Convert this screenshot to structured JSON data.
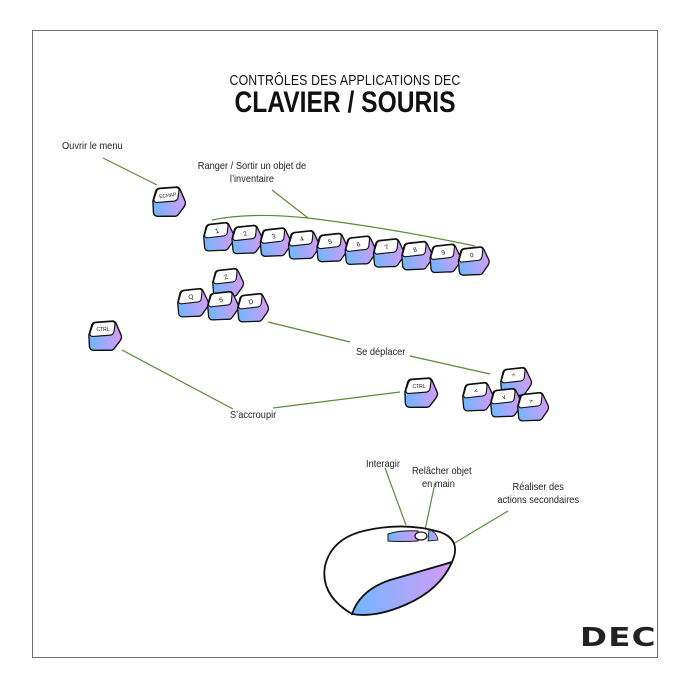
{
  "title": {
    "subtitle": "CONTRÔLES DES APPLICATIONS DEC",
    "main": "CLAVIER / SOURIS"
  },
  "labels": {
    "open_menu": "Ouvrir le menu",
    "inventory_line1": "Ranger / Sortir un objet de",
    "inventory_line2": "l’inventaire",
    "move": "Se déplacer",
    "crouch": "S’accroupir",
    "interact": "Interagir",
    "release_line1": "Relâcher objet",
    "release_line2": "en main",
    "secondary_line1": "Réaliser des",
    "secondary_line2": "actions secondaires"
  },
  "keys": {
    "escape": "ECHAP",
    "numbers": [
      "1",
      "2",
      "3",
      "4",
      "5",
      "6",
      "7",
      "8",
      "9",
      "0"
    ],
    "movement": [
      "Z",
      "Q",
      "S",
      "D"
    ],
    "ctrl": "CTRL",
    "arrows": [
      "^",
      "<",
      "v",
      ">"
    ]
  },
  "colors": {
    "key_gradient_start": "#6fb6ff",
    "key_gradient_end": "#d59cf5",
    "leader_line": "#5a8a3a",
    "frame": "#707070"
  },
  "logo": "DEC"
}
